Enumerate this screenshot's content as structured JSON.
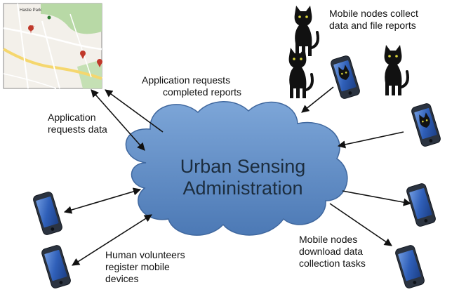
{
  "center": {
    "line1": "Urban Sensing",
    "line2": "Administration"
  },
  "labels": {
    "app_requests_reports": [
      "Application requests",
      "completed reports"
    ],
    "app_requests_data": [
      "Application",
      "requests data"
    ],
    "mobile_collect": [
      "Mobile nodes collect",
      "data and file reports"
    ],
    "mobile_download": [
      "Mobile nodes",
      "download data",
      "collection tasks"
    ],
    "human_volunteers": [
      "Human volunteers",
      "register mobile",
      "devices"
    ]
  },
  "map": {
    "place_label": "Hastie Park"
  },
  "colors": {
    "cloud_fill": "#5b87c1",
    "cloud_stroke": "#3f679e",
    "phone_body": "#2b3340",
    "phone_screen": "#3e6ec4",
    "map_park": "#b8d9a6",
    "marker": "#c0392b"
  }
}
